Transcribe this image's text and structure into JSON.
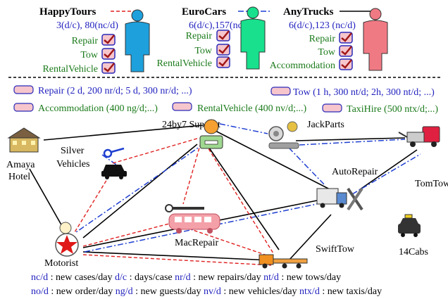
{
  "companies": [
    {
      "name": "HappyTours",
      "stats": "3(d/c), 80(nc/d)",
      "services": [
        "Repair",
        "Tow",
        "RentalVehicle"
      ],
      "person_color": "#1ea0dc",
      "legend_style": "dashed-red"
    },
    {
      "name": "EuroCars",
      "stats": "6(d/c),157(nc/d)",
      "services": [
        "Repair",
        "Tow",
        "RentalVehicle"
      ],
      "person_color": "#18e08c",
      "legend_style": "dashdot-blue"
    },
    {
      "name": "AnyTrucks",
      "stats": "6(d/c),123 (nc/d)",
      "services": [
        "Repair",
        "Tow",
        "Accommodation"
      ],
      "person_color": "#f07a84",
      "legend_style": "solid-black"
    }
  ],
  "service_offers": [
    "Repair (2 d, 200 nr/d; 5 d, 300 nr/d; ...)",
    "Tow (1 h, 300 nt/d; 2h, 300 nt/d; ...)",
    "Accommodation (400 ng/d;...)",
    "RentalVehicle (400 nv/d;...)",
    "TaxiHire (500 ntx/d;...)"
  ],
  "nodes": {
    "support": "24by7 Support",
    "jackparts": "JackParts",
    "tomtow": "TomTow",
    "autorepair": "AutoRepair",
    "silver_line1": "Silver",
    "silver_line2": "Vehicles",
    "amaya_line1": "Amaya",
    "amaya_line2": "Hotel",
    "macrepair": "MacRepair",
    "motorist": "Motorist",
    "swifttow": "SwiftTow",
    "cabs": "14Cabs"
  },
  "legend": {
    "line1": [
      {
        "abbr": "nc/d",
        "desc": " : new cases/day "
      },
      {
        "abbr": "d/c",
        "desc": " : days/case "
      },
      {
        "abbr": "nr/d",
        "desc": " : new repairs/day "
      },
      {
        "abbr": "nt/d",
        "desc": " : new tows/day"
      }
    ],
    "line2": [
      {
        "abbr": "no/d",
        "desc": " : new order/day "
      },
      {
        "abbr": "ng/d",
        "desc": " : new guests/day "
      },
      {
        "abbr": "nv/d",
        "desc": " : new vehicles/day "
      },
      {
        "abbr": "ntx/d",
        "desc": " : new taxis/day"
      }
    ]
  },
  "colors": {
    "red_line": "#e02020",
    "blue_line": "#1f3fd0",
    "black_line": "#000000",
    "text_blue": "#1f1fbf",
    "text_green": "#1a7a1a",
    "badge_fill": "#f6c6cc",
    "badge_stroke": "#2a2ab8"
  }
}
